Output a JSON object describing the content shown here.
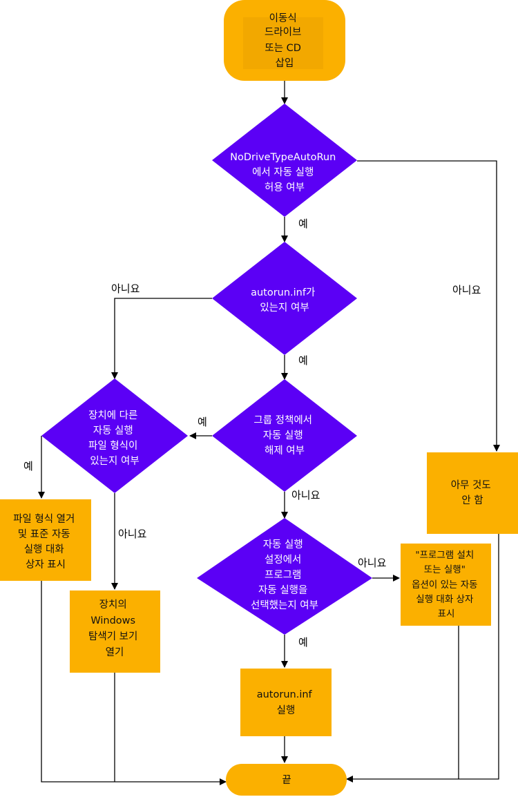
{
  "colors": {
    "terminal": "#FBB000",
    "process": "#FBB000",
    "decision": "#5B00F5",
    "line": "#000000"
  },
  "nodes": {
    "start": [
      "이동식",
      "드라이브",
      "또는 CD",
      "삽입"
    ],
    "d_nodrive": [
      "NoDriveTypeAutoRun",
      "에서 자동 실행",
      "허용 여부"
    ],
    "d_autorun_inf": [
      "autorun.inf가",
      "있는지 여부"
    ],
    "d_group_policy": [
      "그룹 정책에서",
      "자동 실행",
      "해제 여부"
    ],
    "d_device_type": [
      "장치에 다른",
      "자동 실행",
      "파일 형식이",
      "있는지 여부"
    ],
    "d_autoplay_setting": [
      "자동 실행",
      "설정에서",
      "프로그램",
      "자동 실행을",
      "선택했는지 여부"
    ],
    "p_list_types": [
      "파일 형식 열거",
      "및 표준 자동",
      "실행 대화",
      "상자 표시"
    ],
    "p_open_explorer": [
      "장치의",
      "Windows",
      "탐색기 보기",
      "열기"
    ],
    "p_run_autorun": [
      "autorun.inf",
      "실행"
    ],
    "p_install_dialog": [
      "\"프로그램 설치",
      "또는 실행\"",
      "옵션이 있는 자동",
      "실행 대화 상자",
      "표시"
    ],
    "p_do_nothing": [
      "아무 것도",
      "안 함"
    ],
    "end": [
      "끝"
    ]
  },
  "edge_labels": {
    "nodrive_yes": "예",
    "nodrive_no": "아니요",
    "inf_yes": "예",
    "inf_no": "아니요",
    "group_yes": "예",
    "group_no": "아니요",
    "device_yes": "예",
    "device_no": "아니요",
    "setting_yes": "예",
    "setting_no": "아니요"
  }
}
